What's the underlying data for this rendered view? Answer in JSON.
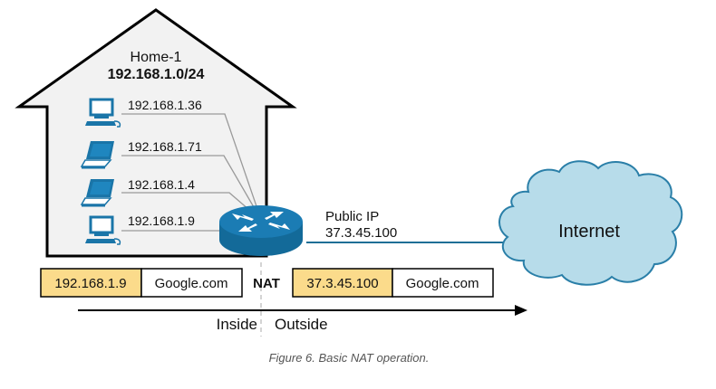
{
  "home": {
    "name": "Home-1",
    "subnet": "192.168.1.0/24"
  },
  "hosts": [
    {
      "ip": "192.168.1.36",
      "device": "desktop"
    },
    {
      "ip": "192.168.1.71",
      "device": "laptop"
    },
    {
      "ip": "192.168.1.4",
      "device": "laptop"
    },
    {
      "ip": "192.168.1.9",
      "device": "desktop"
    }
  ],
  "router": {
    "public_ip_label": "Public IP",
    "public_ip": "37.3.45.100"
  },
  "cloud": {
    "label": "Internet"
  },
  "packets": {
    "inside": {
      "source": "192.168.1.9",
      "destination": "Google.com"
    },
    "nat_label": "NAT",
    "outside": {
      "source": "37.3.45.100",
      "destination": "Google.com"
    }
  },
  "direction": {
    "inside_label": "Inside",
    "outside_label": "Outside"
  },
  "caption": "Figure 6. Basic NAT operation.",
  "colors": {
    "house_fill": "#f2f2f2",
    "device_blue": "#1a75a8",
    "router_blue": "#1b7cb4",
    "cloud_fill": "#b7dcea",
    "cloud_stroke": "#2a7fa8",
    "packet_addr_fill": "#fbdb8b",
    "link_gray": "#9a9a9a",
    "public_link": "#1e6f96"
  }
}
